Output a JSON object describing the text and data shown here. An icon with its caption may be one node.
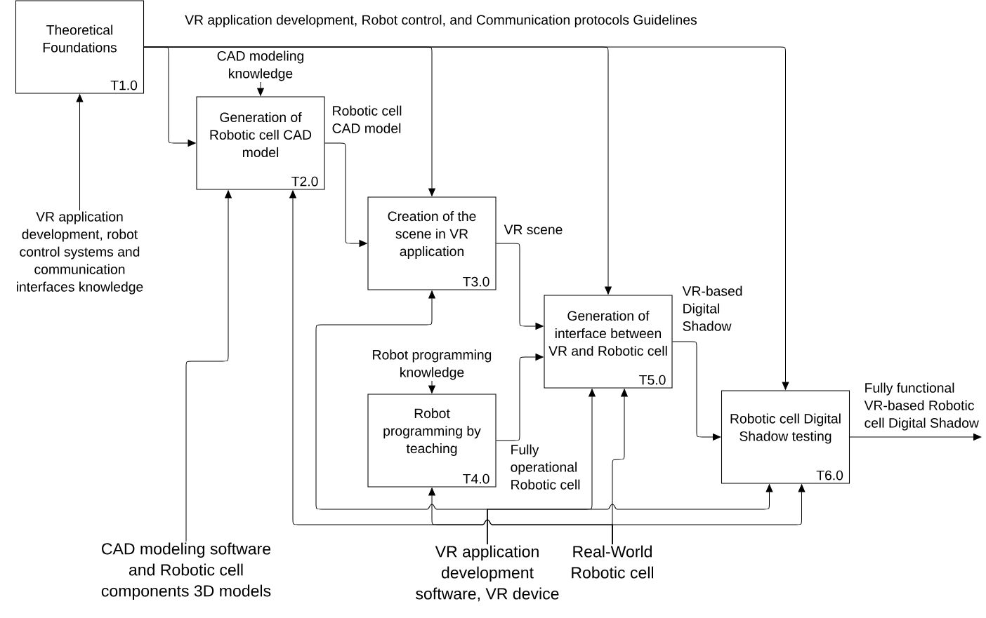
{
  "diagram": {
    "nodes": [
      {
        "text": [
          "Theoretical Foundations",
          "T1.0"
        ]
      },
      {
        "text": [
          "Generation of Robotic cell CAD model",
          "T2.0"
        ]
      },
      {
        "text": [
          "Creation of the scene in VR application",
          "T3.0"
        ]
      },
      {
        "text": [
          "Robot programming by teaching",
          "T4.0"
        ]
      },
      {
        "text": [
          "Generation of interface between VR and Robotic cell",
          "T5.0"
        ]
      },
      {
        "text": [
          "Robotic cell Digital Shadow testing",
          "T6.0"
        ]
      },
      {
        "text": [
          "VR application development, robot control systems and communication interfaces knowledge"
        ]
      },
      {
        "text": [
          "CAD modeling knowledge"
        ]
      },
      {
        "text": [
          "Robot programming knowledge"
        ]
      },
      {
        "text": [
          "CAD modeling software and Robotic cell components 3D models"
        ]
      },
      {
        "text": [
          "VR application development software, VR device"
        ]
      },
      {
        "text": [
          "Real-World Robotic cell"
        ]
      }
    ],
    "edges": [
      {
        "from": 0,
        "to": 1,
        "arrow": "to"
      },
      {
        "from": 0,
        "to": 2,
        "arrow": "to"
      },
      {
        "from": 0,
        "to": 4,
        "arrow": "to"
      },
      {
        "from": 0,
        "to": 5,
        "arrow": "to",
        "label": "VR application development, Robot control, and Communication protocols Guidelines"
      },
      {
        "from": 6,
        "to": 0,
        "arrow": "to"
      },
      {
        "from": 7,
        "to": 1,
        "arrow": "to"
      },
      {
        "from": 8,
        "to": 3,
        "arrow": "to"
      },
      {
        "from": 9,
        "to": 1,
        "arrow": "to"
      },
      {
        "from": 10,
        "to": 2,
        "arrow": "to"
      },
      {
        "from": 10,
        "to": 4,
        "arrow": "to"
      },
      {
        "from": 10,
        "to": 5,
        "arrow": "to"
      },
      {
        "from": 11,
        "to": 1,
        "arrow": "to"
      },
      {
        "from": 11,
        "to": 3,
        "arrow": "to"
      },
      {
        "from": 11,
        "to": 4,
        "arrow": "to"
      },
      {
        "from": 11,
        "to": 5,
        "arrow": "to"
      },
      {
        "from": 1,
        "to": 2,
        "arrow": "to",
        "label": "Robotic cell CAD model"
      },
      {
        "from": 2,
        "to": 4,
        "arrow": "to",
        "label": "VR scene"
      },
      {
        "from": 3,
        "to": 4,
        "arrow": "to",
        "label": "Fully operational Robotic cell"
      },
      {
        "from": 4,
        "to": 5,
        "arrow": "to",
        "label": "VR-based Digital Shadow"
      },
      {
        "from": 5,
        "to": null,
        "arrow": "to",
        "label": "Fully functional VR-based Robotic cell Digital Shadow"
      }
    ]
  }
}
